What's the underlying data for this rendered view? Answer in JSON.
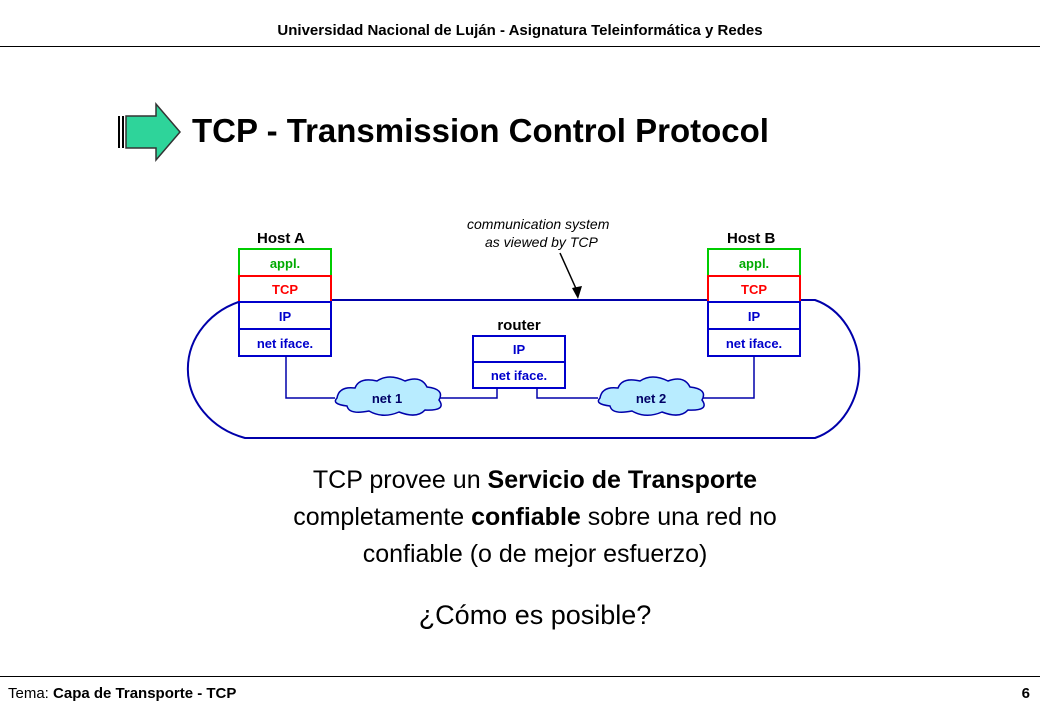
{
  "header": {
    "institution": "Universidad Nacional de Luján - Asignatura Teleinformática y Redes"
  },
  "slide": {
    "title": "TCP - Transmission Control Protocol"
  },
  "diagram": {
    "caption_line1": "communication system",
    "caption_line2": "as viewed by TCP",
    "host_a": {
      "label": "Host A",
      "layers": [
        "appl.",
        "TCP",
        "IP",
        "net iface."
      ]
    },
    "host_b": {
      "label": "Host B",
      "layers": [
        "appl.",
        "TCP",
        "IP",
        "net iface."
      ]
    },
    "router": {
      "label": "router",
      "layers": [
        "IP",
        "net iface."
      ]
    },
    "net1": "net 1",
    "net2": "net 2"
  },
  "body": {
    "line1_prefix": "TCP provee un ",
    "line1_bold": "Servicio de Transporte",
    "line2_prefix": "completamente ",
    "line2_bold": "confiable",
    "line2_suffix": " sobre una red no",
    "line3": "confiable (o de mejor esfuerzo)",
    "question": "¿Cómo es posible?"
  },
  "footer": {
    "tema_label": "Tema: ",
    "tema_value": "Capa de Transporte - TCP",
    "page": "6"
  },
  "colors": {
    "appl": "#00cc00",
    "tcp": "#ff0000",
    "ip": "#0000cc",
    "arrow_fill": "#2ed49a",
    "cloud_fill": "#b8ecff"
  }
}
